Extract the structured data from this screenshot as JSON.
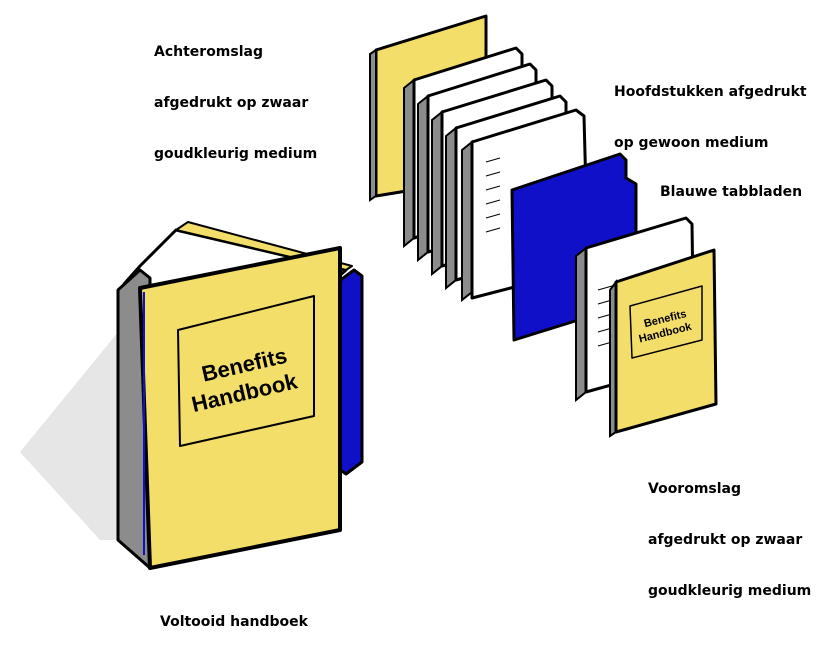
{
  "labels": {
    "back_cover": [
      "Achteromslag",
      "afgedrukt op zwaar",
      "goudkleurig medium"
    ],
    "chapters": [
      "Hoofdstukken afgedrukt",
      "op gewoon medium"
    ],
    "tabs": [
      "Blauwe tabbladen"
    ],
    "front_cover": [
      "Vooromslag",
      "afgedrukt op zwaar",
      "goudkleurig medium"
    ],
    "finished": [
      "Voltooid handboek"
    ]
  },
  "cover_title": [
    "Benefits",
    "Handbook"
  ],
  "colors": {
    "gold": "#F4DE6A",
    "blue": "#1010C8",
    "spine_gray": "#8C8C8C",
    "page_white": "#FFFFFF",
    "shadow": "#E6E6E6",
    "outline": "#000000"
  }
}
